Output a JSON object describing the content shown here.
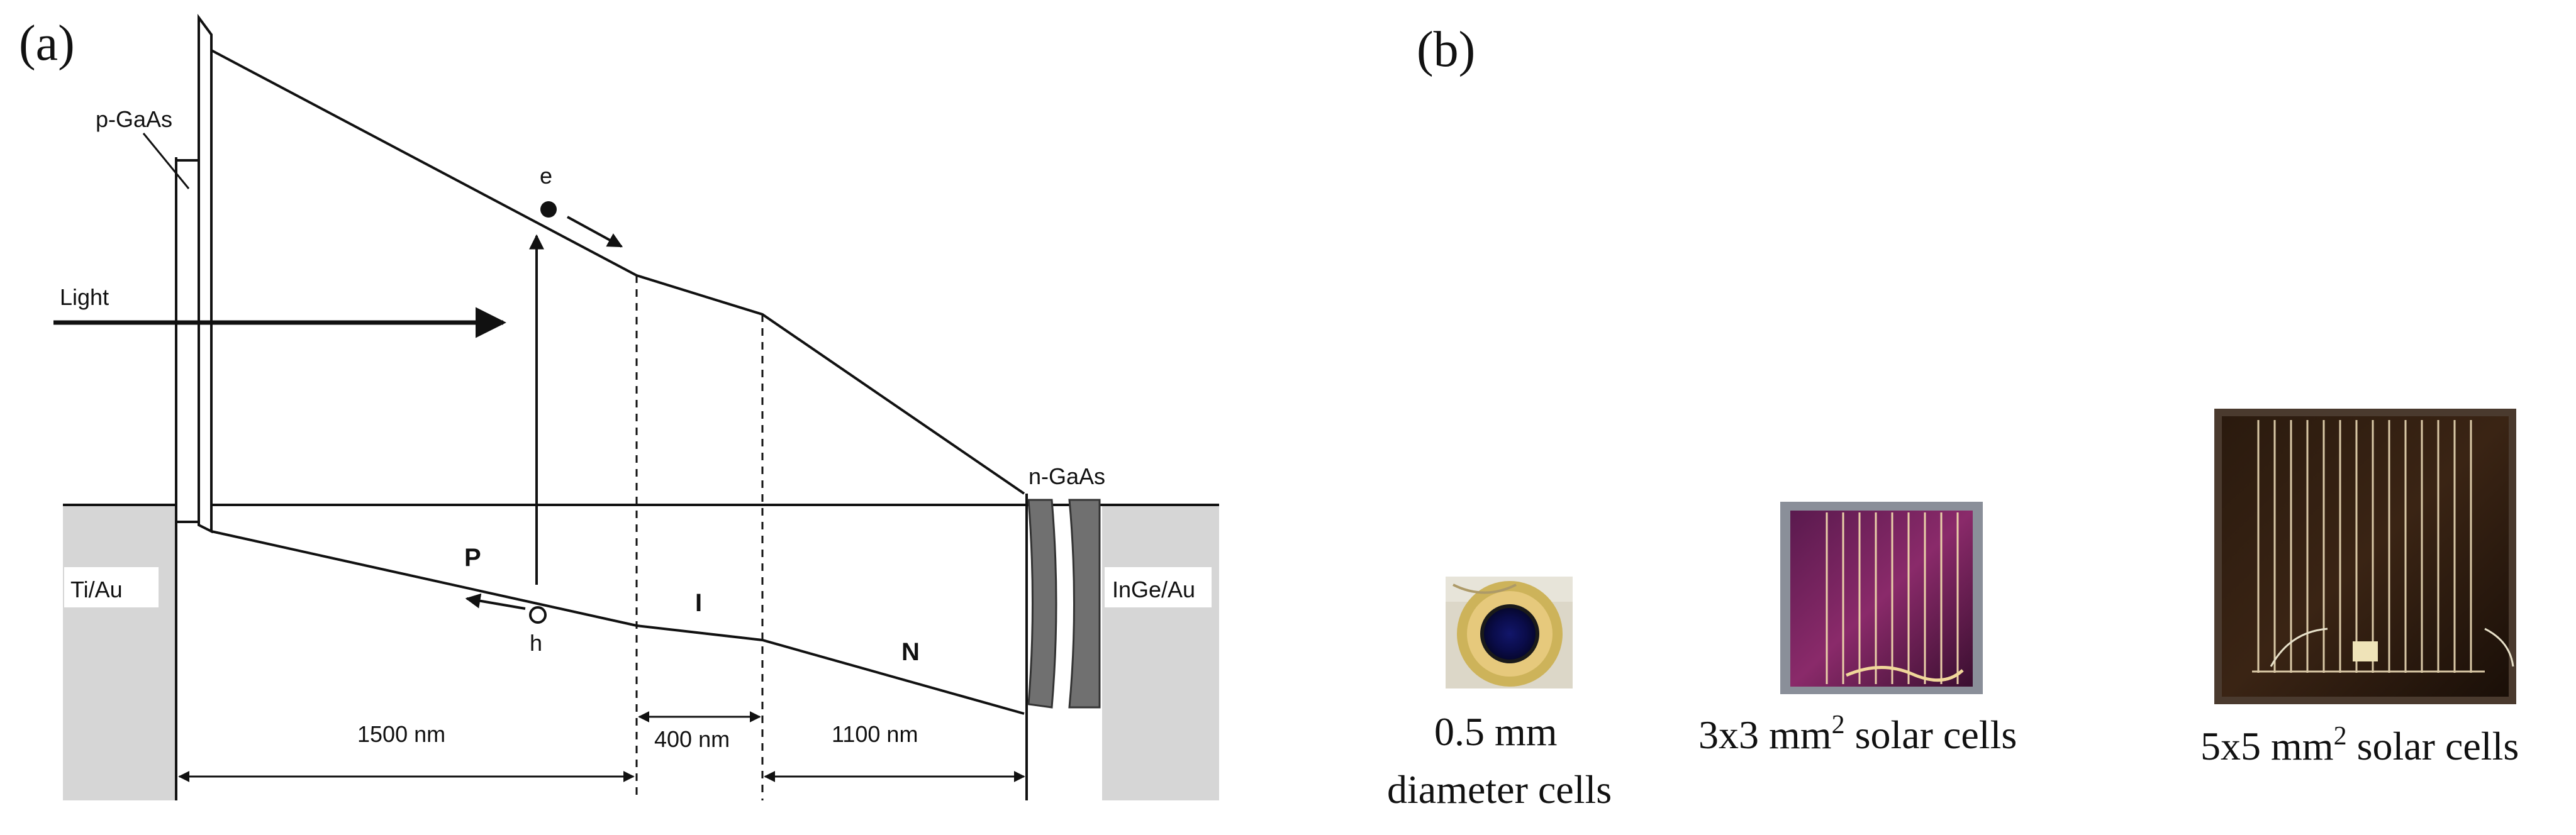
{
  "panel_a": {
    "label": "(a)",
    "layers": {
      "p_gaas": "p-GaAs",
      "n_gaas": "n-GaAs",
      "ti_au": "Ti/Au",
      "inge_au": "InGe/Au"
    },
    "light": "Light",
    "carriers": {
      "electron": "e",
      "hole": "h"
    },
    "regions": {
      "p": "P",
      "i": "I",
      "n": "N"
    },
    "thicknesses": {
      "p": "1500 nm",
      "i": "400 nm",
      "n": "1100 nm"
    }
  },
  "panel_b": {
    "label": "(b)",
    "cells": [
      {
        "caption_line1": "0.5 mm",
        "caption_line2": "diameter cells"
      },
      {
        "caption_prefix": "3x3 mm",
        "caption_sup": "2",
        "caption_suffix": " solar cells"
      },
      {
        "caption_prefix": "5x5 mm",
        "caption_sup": "2",
        "caption_suffix": " solar cells"
      }
    ]
  }
}
